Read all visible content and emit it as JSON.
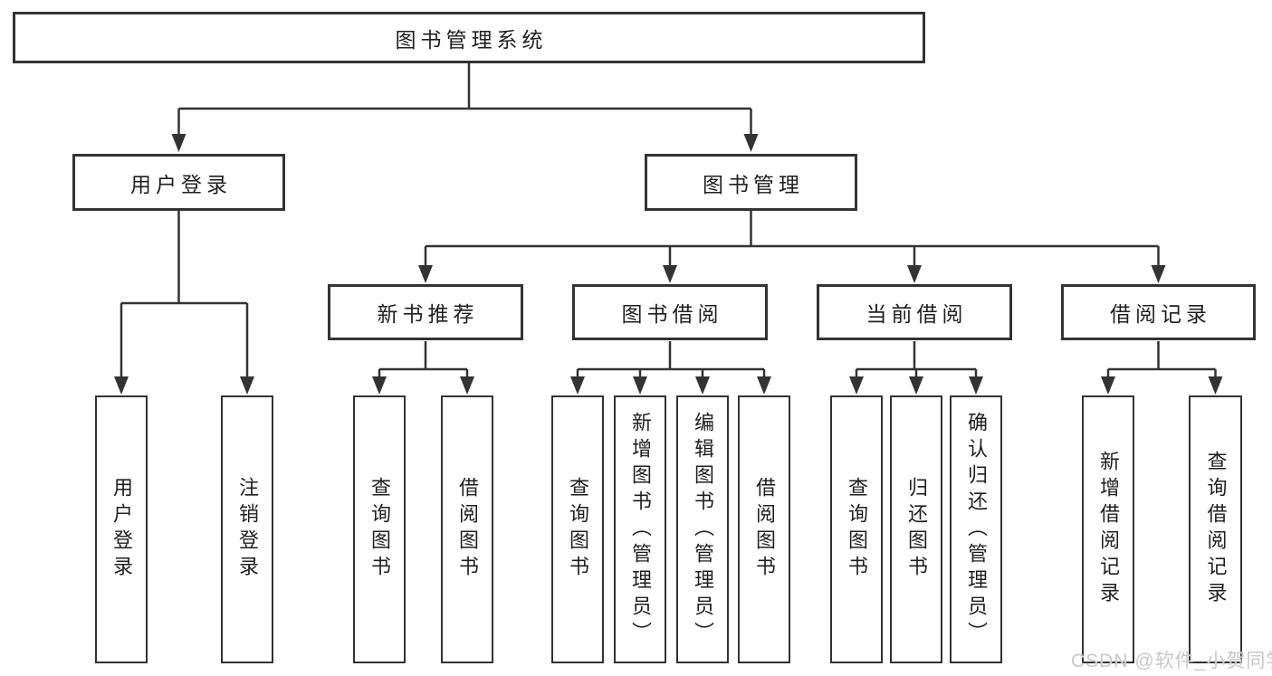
{
  "colors": {
    "line": "#333333",
    "box_border": "#333333",
    "box_fill": "#ffffff",
    "text": "#1f1f1f",
    "watermark": "#c8c8c8",
    "background": "#ffffff"
  },
  "tree": {
    "root": {
      "label": "图书管理系统"
    },
    "branches": [
      {
        "label": "用户登录",
        "children": [
          {
            "label": "用户登录"
          },
          {
            "label": "注销登录"
          }
        ]
      },
      {
        "label": "图书管理",
        "groups": [
          {
            "label": "新书推荐",
            "children": [
              {
                "label": "查询图书"
              },
              {
                "label": "借阅图书"
              }
            ]
          },
          {
            "label": "图书借阅",
            "children": [
              {
                "label": "查询图书"
              },
              {
                "label": "新增图书（管理员）"
              },
              {
                "label": "编辑图书（管理员）"
              },
              {
                "label": "借阅图书"
              }
            ]
          },
          {
            "label": "当前借阅",
            "children": [
              {
                "label": "查询图书"
              },
              {
                "label": "归还图书"
              },
              {
                "label": "确认归还（管理员）"
              }
            ]
          },
          {
            "label": "借阅记录",
            "children": [
              {
                "label": "新增借阅记录"
              },
              {
                "label": "查询借阅记录"
              }
            ]
          }
        ]
      }
    ]
  },
  "watermark": {
    "text": "CSDN @软件_小贺同学"
  }
}
